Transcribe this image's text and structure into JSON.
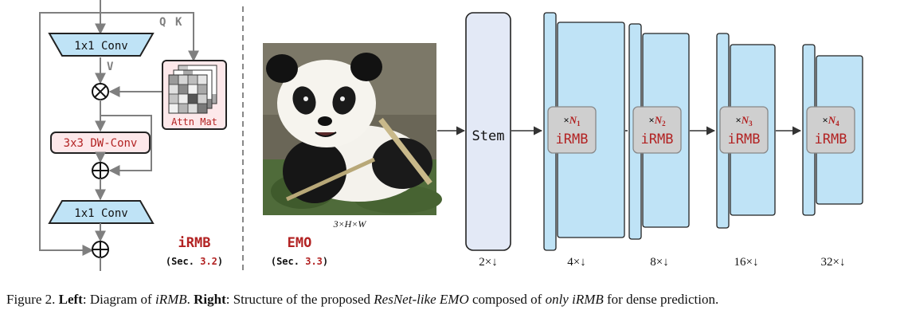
{
  "irmb": {
    "q_label": "Q",
    "k_label": "K",
    "v_label": "V",
    "conv_top": "1x1 Conv",
    "dwconv": "3x3 DW-Conv",
    "conv_bottom": "1x1 Conv",
    "attn_mat": "Attn Mat",
    "title": "iRMB",
    "section_prefix": "(Sec. ",
    "section_num": "3.2",
    "section_suffix": ")"
  },
  "emo": {
    "image_caption": "3×H×W",
    "title": "EMO",
    "section_prefix": "(Sec. ",
    "section_num": "3.3",
    "section_suffix": ")",
    "stem_label": "Stem",
    "stages": [
      {
        "n_prefix": "×",
        "n_var": "N",
        "n_sub": "1",
        "block": "iRMB",
        "scale": "4×↓"
      },
      {
        "n_prefix": "×",
        "n_var": "N",
        "n_sub": "2",
        "block": "iRMB",
        "scale": "8×↓"
      },
      {
        "n_prefix": "×",
        "n_var": "N",
        "n_sub": "3",
        "block": "iRMB",
        "scale": "16×↓"
      },
      {
        "n_prefix": "×",
        "n_var": "N",
        "n_sub": "4",
        "block": "iRMB",
        "scale": "32×↓"
      }
    ],
    "stem_scale": "2×↓"
  },
  "caption": {
    "fig_label": "Figure 2. ",
    "left_bold": "Left",
    "left_sep": ": Diagram of ",
    "left_ital": "iRMB",
    "left_end": ". ",
    "right_bold": "Right",
    "right_sep": ": Structure of the proposed ",
    "right_ital1": "ResNet-like EMO",
    "right_mid": " composed of ",
    "right_ital2": "only iRMB",
    "right_end": " for dense prediction."
  },
  "colors": {
    "accent_red": "#b22222",
    "blue_fill": "#bfe3f6",
    "stem_fill": "#e3e9f6",
    "gray_line": "#7f7f7f"
  },
  "icons": [
    "panda-photo",
    "multiply-icon",
    "add-icon"
  ]
}
